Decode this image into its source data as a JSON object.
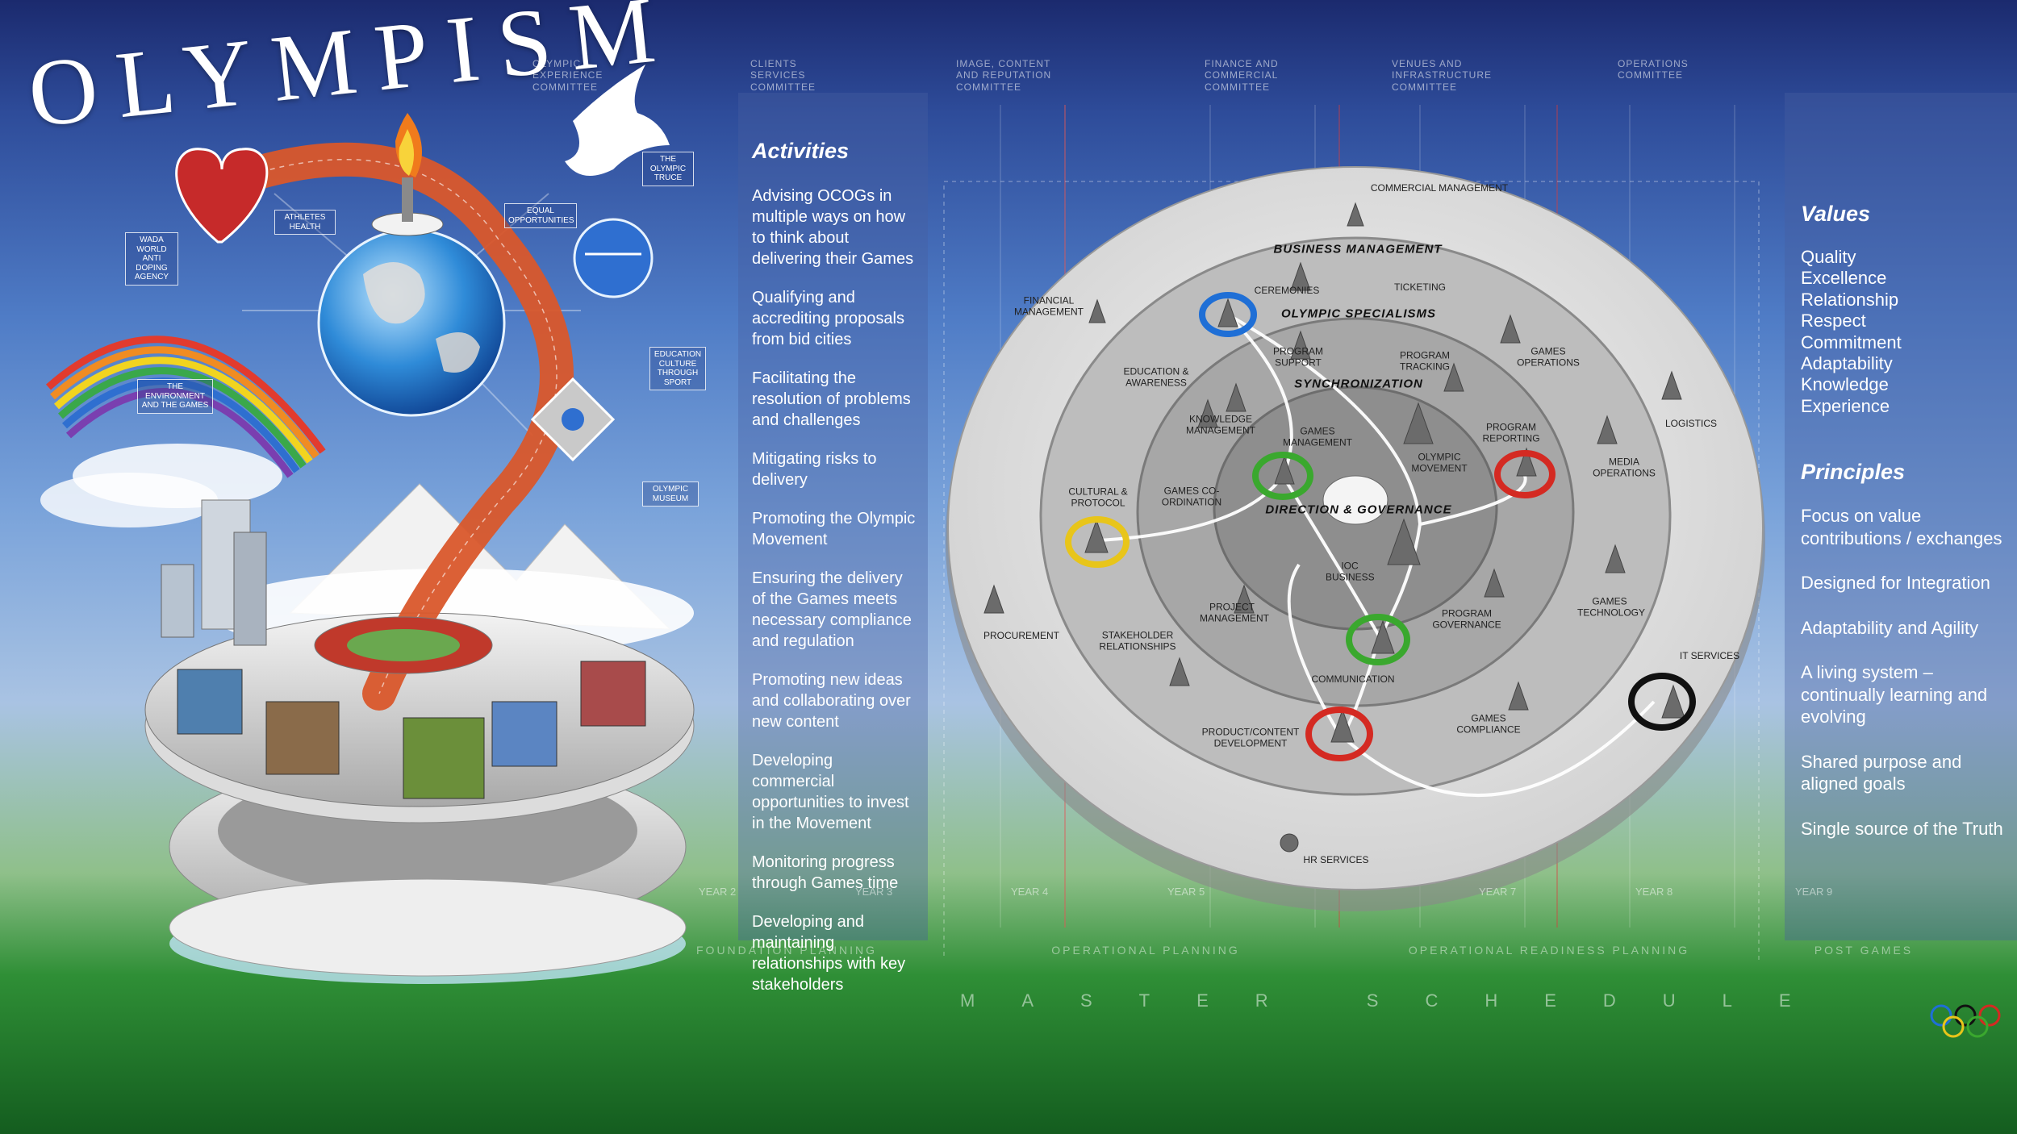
{
  "title": "OLYMPISM",
  "committees": [
    "OLYMPIC EXPERIENCE COMMITTEE",
    "CLIENTS SERVICES COMMITTEE",
    "IMAGE, CONTENT AND REPUTATION COMMITTEE",
    "FINANCE AND COMMERCIAL COMMITTEE",
    "VENUES AND INFRASTRUCTURE COMMITTEE",
    "OPERATIONS COMMITTEE"
  ],
  "left_tags": {
    "truce": "THE OLYMPIC TRUCE",
    "health": "ATHLETES HEALTH",
    "equal": "EQUAL OPPORTUNITIES",
    "wada": "WADA WORLD ANTI DOPING AGENCY",
    "education": "EDUCATION CULTURE THROUGH SPORT",
    "environment": "THE ENVIRONMENT AND THE GAMES",
    "museum": "OLYMPIC MUSEUM"
  },
  "activities": {
    "heading": "Activities",
    "items": [
      "Advising OCOGs in multiple ways on how to think about delivering their Games",
      "Qualifying and accrediting proposals from bid cities",
      "Facilitating the resolution of problems and challenges",
      "Mitigating risks to delivery",
      "Promoting the Olympic Movement",
      "Ensuring the delivery of the Games meets necessary compliance and regulation",
      "Promoting new ideas and collaborating over new content",
      "Developing commercial opportunities to invest in the Movement",
      "Monitoring progress through Games time",
      "Developing and maintaining relationships with key stakeholders"
    ]
  },
  "values": {
    "heading": "Values",
    "items": [
      "Quality",
      "Excellence",
      "Relationship",
      "Respect",
      "Commitment",
      "Adaptability",
      "Knowledge",
      "Experience"
    ]
  },
  "principles": {
    "heading": "Principles",
    "items": [
      "Focus on value contributions / exchanges",
      "Designed for Integration",
      "Adaptability and Agility",
      "A living system – continually learning and evolving",
      "Shared purpose and aligned goals",
      "Single source of the Truth"
    ]
  },
  "rings": {
    "outer": "BUSINESS MANAGEMENT",
    "second": "OLYMPIC SPECIALISMS",
    "third": "SYNCHRONIZATION",
    "center": "DIRECTION & GOVERNANCE"
  },
  "nodes": {
    "commercial": "COMMERCIAL MANAGEMENT",
    "financial": "FINANCIAL MANAGEMENT",
    "ceremonies": "CEREMONIES",
    "ticketing": "TICKETING",
    "games_operations": "GAMES OPERATIONS",
    "logistics": "LOGISTICS",
    "education": "EDUCATION & AWARENESS",
    "program_support": "PROGRAM SUPPORT",
    "program_tracking": "PROGRAM TRACKING",
    "knowledge": "KNOWLEDGE MANAGEMENT",
    "games_management": "GAMES MANAGEMENT",
    "program_reporting": "PROGRAM REPORTING",
    "media": "MEDIA OPERATIONS",
    "cultural": "CULTURAL & PROTOCOL",
    "coordination": "GAMES CO-ORDINATION",
    "olympic_movement": "OLYMPIC MOVEMENT",
    "ioc": "IOC BUSINESS",
    "procurement": "PROCUREMENT",
    "project": "PROJECT MANAGEMENT",
    "program_governance": "PROGRAM GOVERNANCE",
    "games_technology": "GAMES TECHNOLOGY",
    "stakeholder": "STAKEHOLDER RELATIONSHIPS",
    "communication": "COMMUNICATION",
    "it_services": "IT SERVICES",
    "games_compliance": "GAMES COMPLIANCE",
    "product": "PRODUCT/CONTENT DEVELOPMENT",
    "hr": "HR SERVICES"
  },
  "years": [
    "YEAR 2",
    "YEAR 3",
    "YEAR 4",
    "YEAR 5",
    "YEAR 7",
    "YEAR 8",
    "YEAR 9"
  ],
  "phases": [
    "FOUNDATION PLANNING",
    "OPERATIONAL PLANNING",
    "OPERATIONAL READINESS PLANNING",
    "POST GAMES"
  ],
  "schedule": "MASTER SCHEDULE",
  "colors": {
    "ring_blue": "#1f6fd6",
    "ring_green": "#3aa82e",
    "ring_yellow": "#e8c51a",
    "ring_red": "#d42a22",
    "ring_black": "#111111"
  }
}
